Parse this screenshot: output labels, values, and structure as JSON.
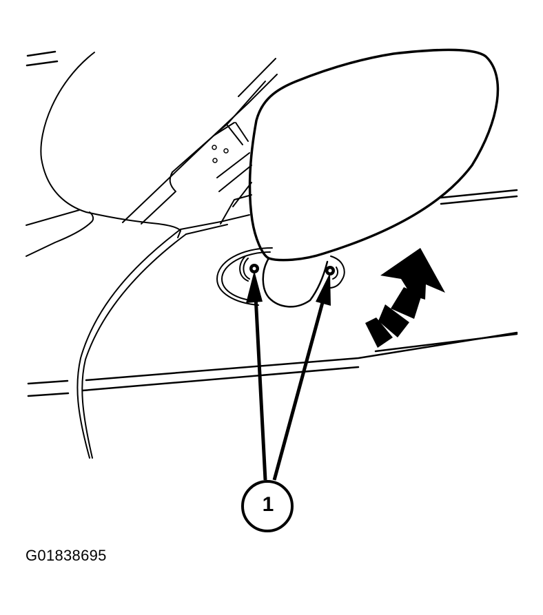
{
  "figure": {
    "id_label": "G01838695",
    "description": "Outside rearview mirror removal - mounting nuts and removal direction",
    "colors": {
      "ink": "#000000",
      "background": "#ffffff"
    }
  },
  "callouts": [
    {
      "number": "1",
      "target": "mirror mounting nuts",
      "count_of_leaders": 2
    }
  ],
  "indicators": {
    "motion_arrow": {
      "icon": "curved-dashed-arrow-up-right",
      "meaning": "remove mirror upward/outward"
    }
  }
}
